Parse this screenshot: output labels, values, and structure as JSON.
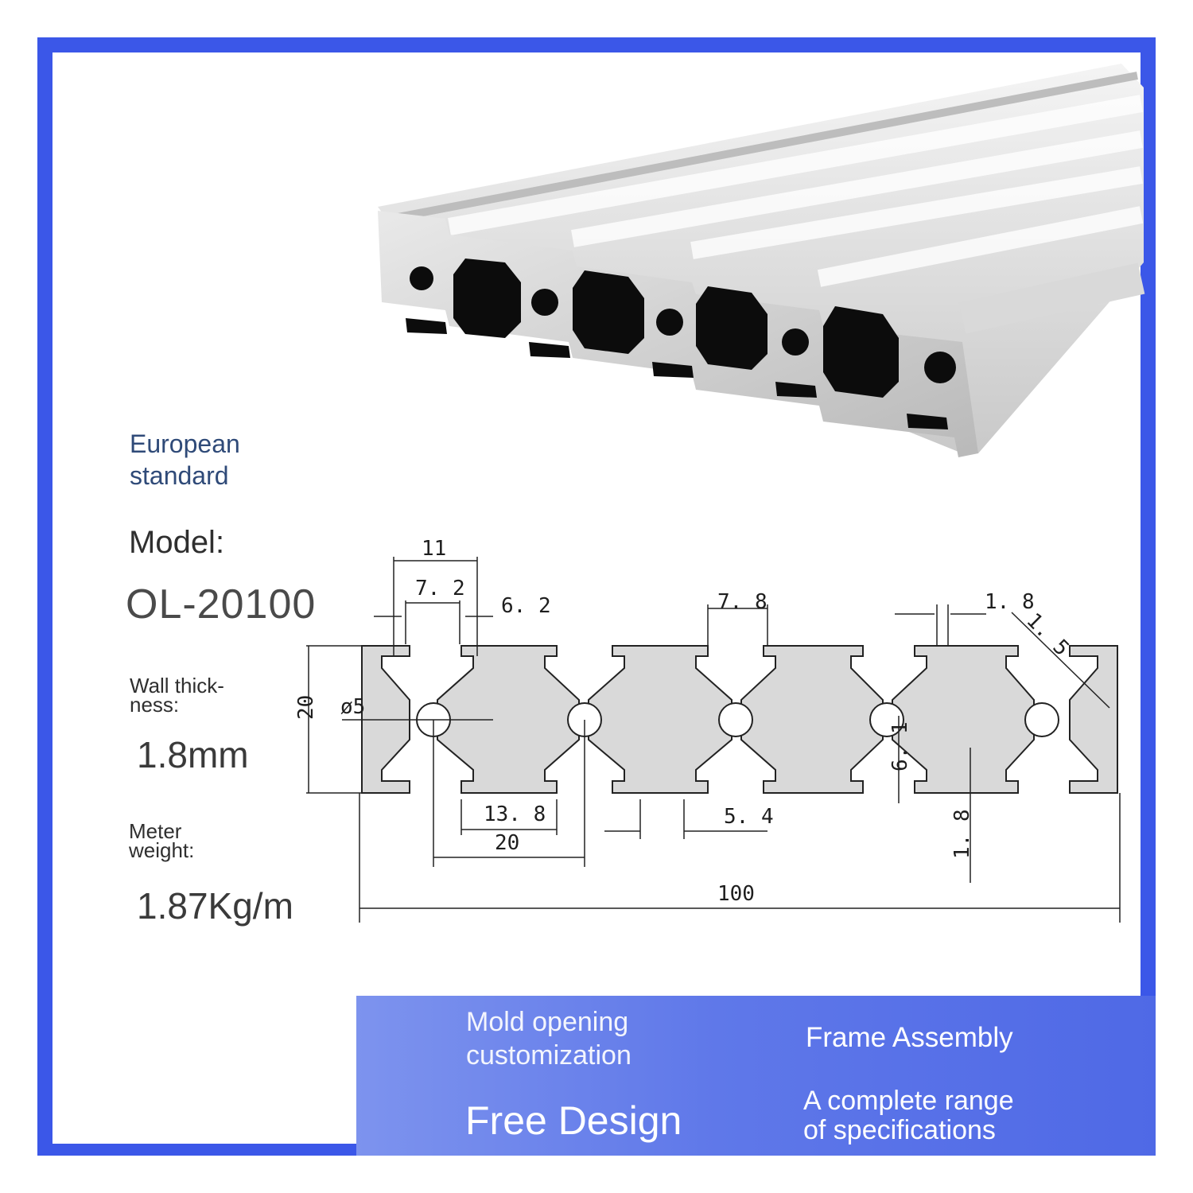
{
  "standard": [
    "European",
    "standard"
  ],
  "model": {
    "label": "Model:",
    "value": "OL-20100"
  },
  "wall_thickness": {
    "label": [
      "Wall thick-",
      "ness:"
    ],
    "value": "1.8mm"
  },
  "meter_weight": {
    "label": [
      "Meter",
      "weight:"
    ],
    "value": "1.87Kg/m"
  },
  "dimensions": {
    "d11": "11",
    "d7_2": "7. 2",
    "d6_2": "6. 2",
    "d7_8": "7. 8",
    "d1_8_top": "1. 8",
    "d1_5": "1. 5",
    "d5": "ø5",
    "d20_v": "20",
    "d6_1": "6. 1",
    "d13_8": "13. 8",
    "d20_h": "20",
    "d5_4": "5. 4",
    "d1_8_side": "1. 8",
    "d100": "100"
  },
  "banner": {
    "mold": [
      "Mold opening",
      "customization"
    ],
    "free_design": "Free Design",
    "frame_assembly": "Frame Assembly",
    "range": [
      "A complete range",
      "of specifications"
    ]
  },
  "colors": {
    "frame": "#3b57e8",
    "profile_section": "#d9d9d9",
    "banner": "#5f78e9"
  }
}
